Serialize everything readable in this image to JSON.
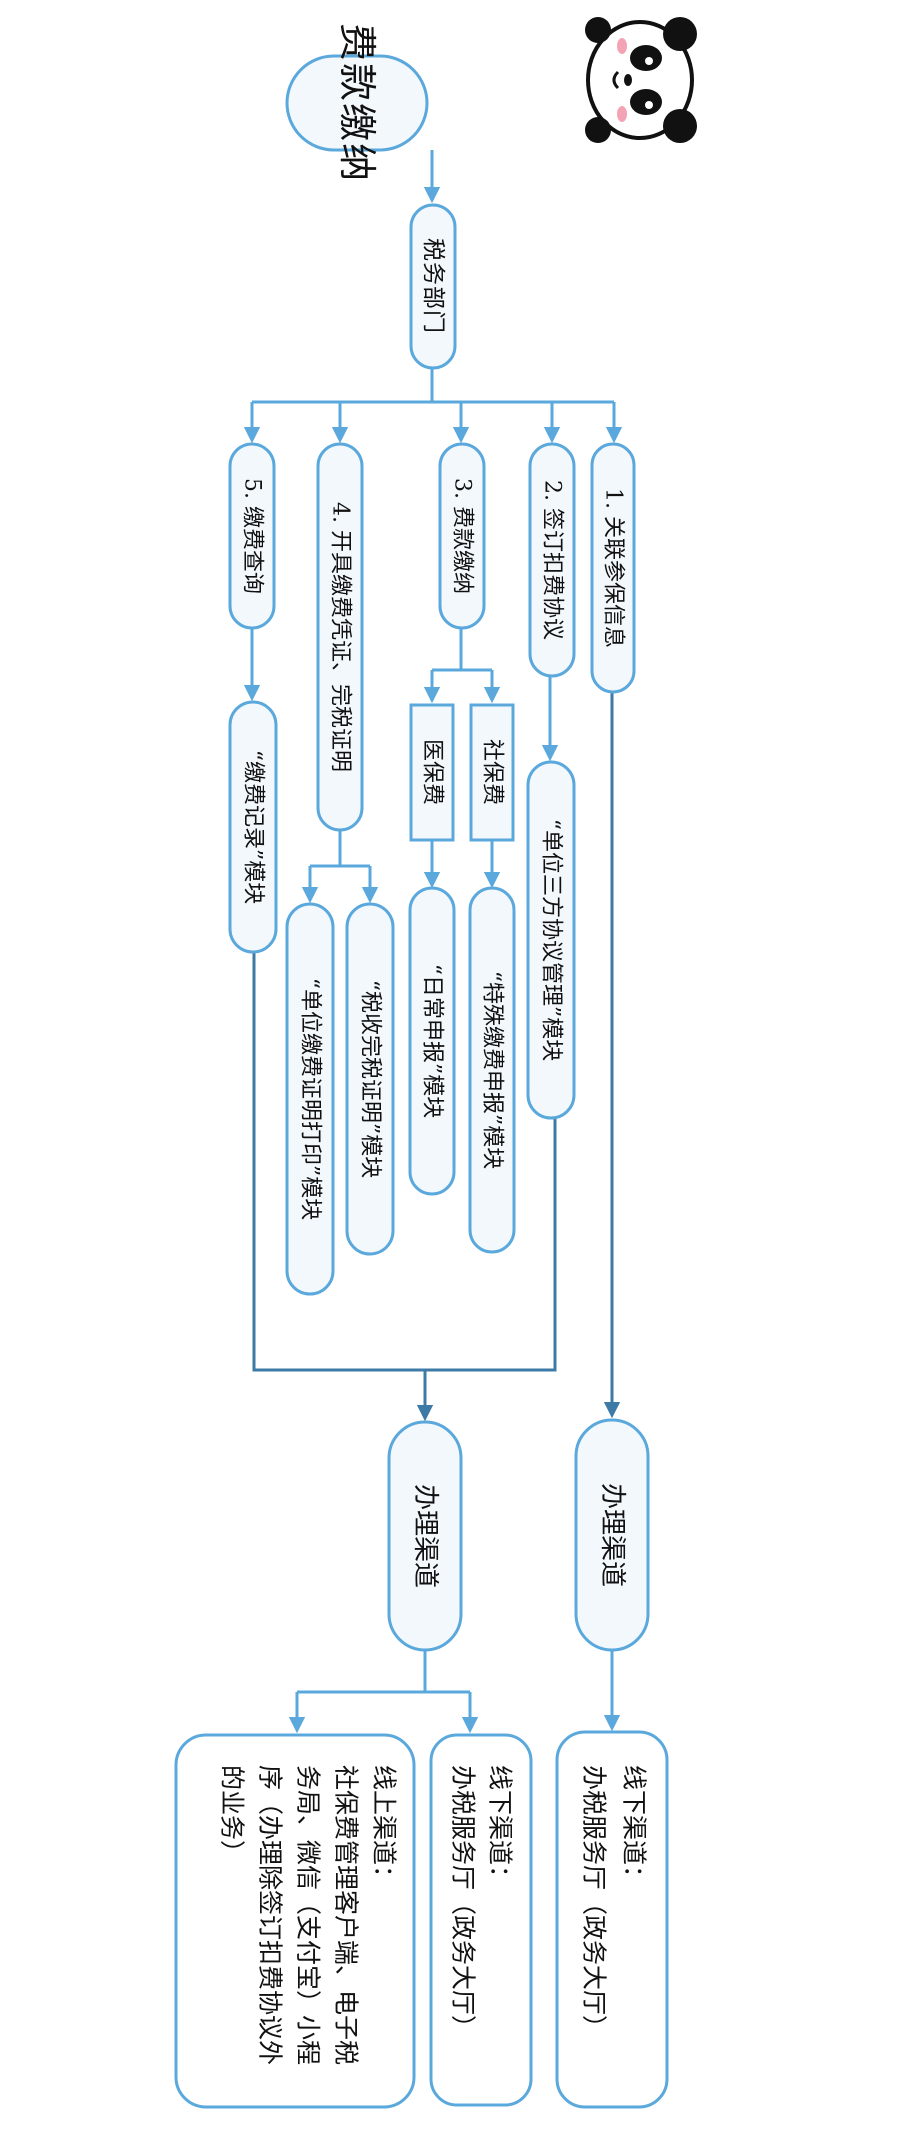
{
  "title": "费款缴纳",
  "department": "税务部门",
  "branches": {
    "b1": "1. 关联参保信息",
    "b2": "2. 签订扣费协议",
    "b3": "3. 费款缴纳",
    "b4": "4. 开具缴费凭证、完税证明",
    "b5": "5. 缴费查询"
  },
  "sub": {
    "shebao": "社保费",
    "yibao": "医保费"
  },
  "modules": {
    "agreement": "“单位三方协议管理”模块",
    "special": "“特殊缴费申报”模块",
    "daily": "“日常申报”模块",
    "tax_cert": "“税收完税证明”模块",
    "pay_cert": "“单位缴费证明打印”模块",
    "record": "“缴费记录”模块"
  },
  "channel_label": "办理渠道",
  "channels": {
    "offline_label": "线下渠道：",
    "offline_text": "办税服务厅（政务大厅）",
    "online_label": "线上渠道：",
    "online_text": "社保费管理客户端、电子税务局、微信（支付宝）小程序（办理除签订扣费协议外的业务）"
  },
  "colors": {
    "line": "#5aa8dc",
    "line_dark": "#3e7aa6",
    "fill": "#f3f8fd"
  },
  "icons": [
    "panda-icon"
  ]
}
